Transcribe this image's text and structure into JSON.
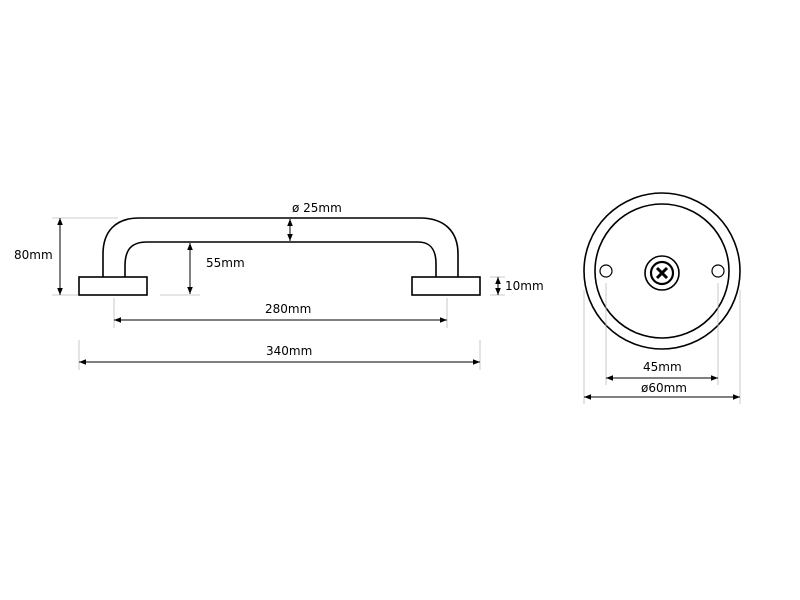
{
  "colors": {
    "ink": "#000000",
    "extension_line": "#bbbbbb",
    "background": "#ffffff"
  },
  "side_view": {
    "labels": {
      "diameter": "ø 25mm",
      "total_height": "80mm",
      "inner_height": "55mm",
      "flange_thickness": "10mm",
      "center_span": "280mm",
      "overall_length": "340mm"
    }
  },
  "front_view": {
    "icons": {
      "screw": "cross-screw-icon"
    },
    "labels": {
      "hole_spacing": "45mm",
      "plate_diameter": "ø60mm"
    }
  }
}
